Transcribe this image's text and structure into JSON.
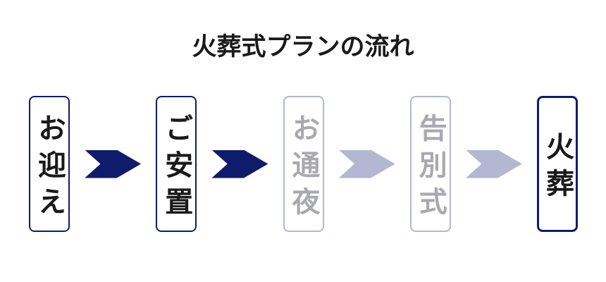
{
  "title": "火葬式プランの流れ",
  "colors": {
    "navy": "#0f1c6b",
    "lavender": "#b3b7d2",
    "text_dark": "#1a1a1a",
    "text_gray": "#a9a9b0"
  },
  "steps": [
    {
      "label": "お迎え",
      "state": "active"
    },
    {
      "label": "ご安置",
      "state": "active"
    },
    {
      "label": "お通夜",
      "state": "inactive"
    },
    {
      "label": "告別式",
      "state": "inactive"
    },
    {
      "label": "火葬",
      "state": "active-emphasis"
    }
  ],
  "arrows": [
    {
      "state": "active"
    },
    {
      "state": "active"
    },
    {
      "state": "inactive"
    },
    {
      "state": "inactive"
    }
  ]
}
